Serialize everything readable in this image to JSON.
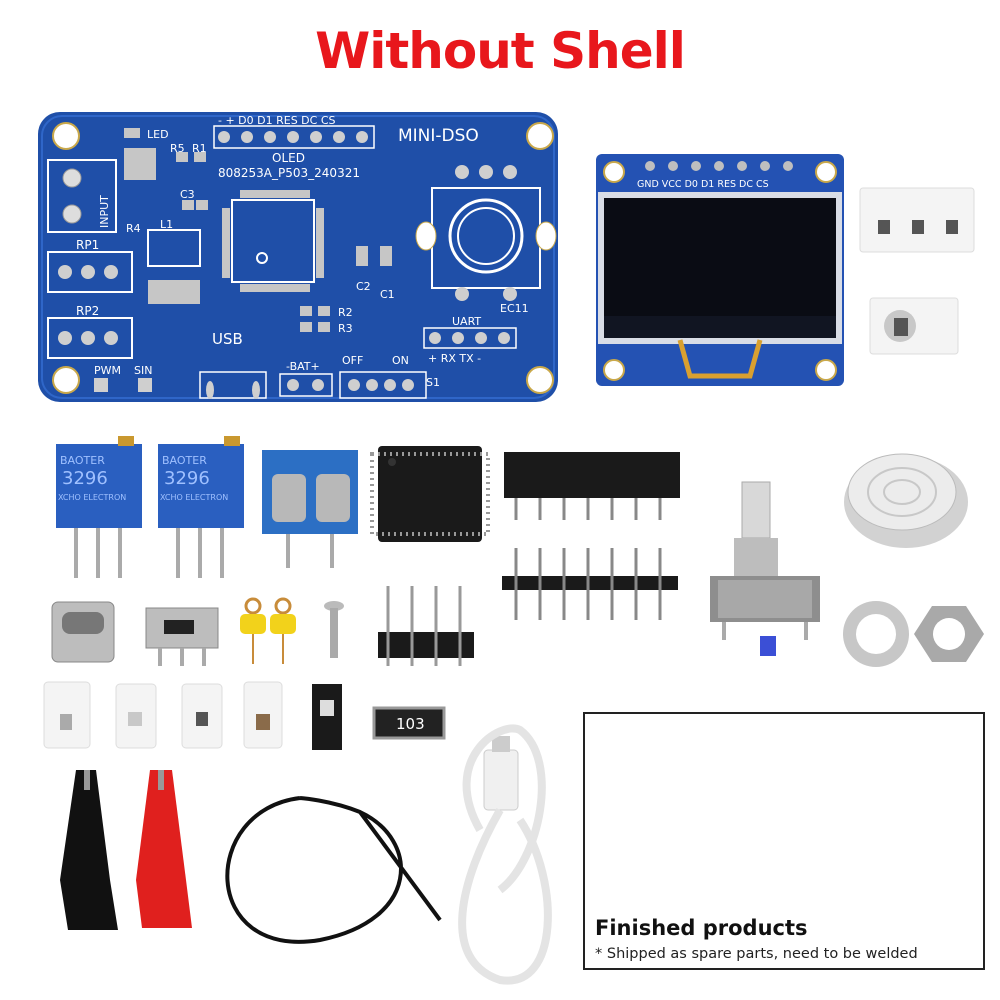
{
  "title": "Without Shell",
  "pcb": {
    "board_name": "MINI-DSO",
    "board_code": "808253A_P503_240321",
    "labels": {
      "led": "LED",
      "r5": "R5",
      "r1": "R1",
      "c3": "C3",
      "l1": "L1",
      "r4": "R4",
      "input": "INPUT",
      "rp1": "RP1",
      "rp2": "RP2",
      "oled": "OLED",
      "header_pins": "-  +  D0 D1 RES DC CS",
      "c2": "C2",
      "c1": "C1",
      "r2": "R2",
      "r3": "R3",
      "ec11": "EC11",
      "uart": "UART",
      "uart_pins": "+  RX TX  -",
      "usb": "USB",
      "pwm": "PWM",
      "sin": "SIN",
      "bat": "-BAT+",
      "off": "OFF",
      "on": "ON",
      "s1": "S1"
    }
  },
  "oled_module": {
    "pins": "GND VCC D0 D1 RES DC CS"
  },
  "parts": {
    "pot_brand": "BAOTER",
    "pot_code": "3296",
    "pot_sub": "XCHO ELECTRON",
    "resistor_code": "103"
  },
  "inset": {
    "title": "Finished products",
    "note": "* Shipped as spare parts, need to be welded"
  },
  "colors": {
    "title": "#e8171c",
    "pcb": "#1f4fa8",
    "pcb_dark": "#173d86",
    "oled_pcb": "#2452b3",
    "pot": "#2a5fc0"
  }
}
